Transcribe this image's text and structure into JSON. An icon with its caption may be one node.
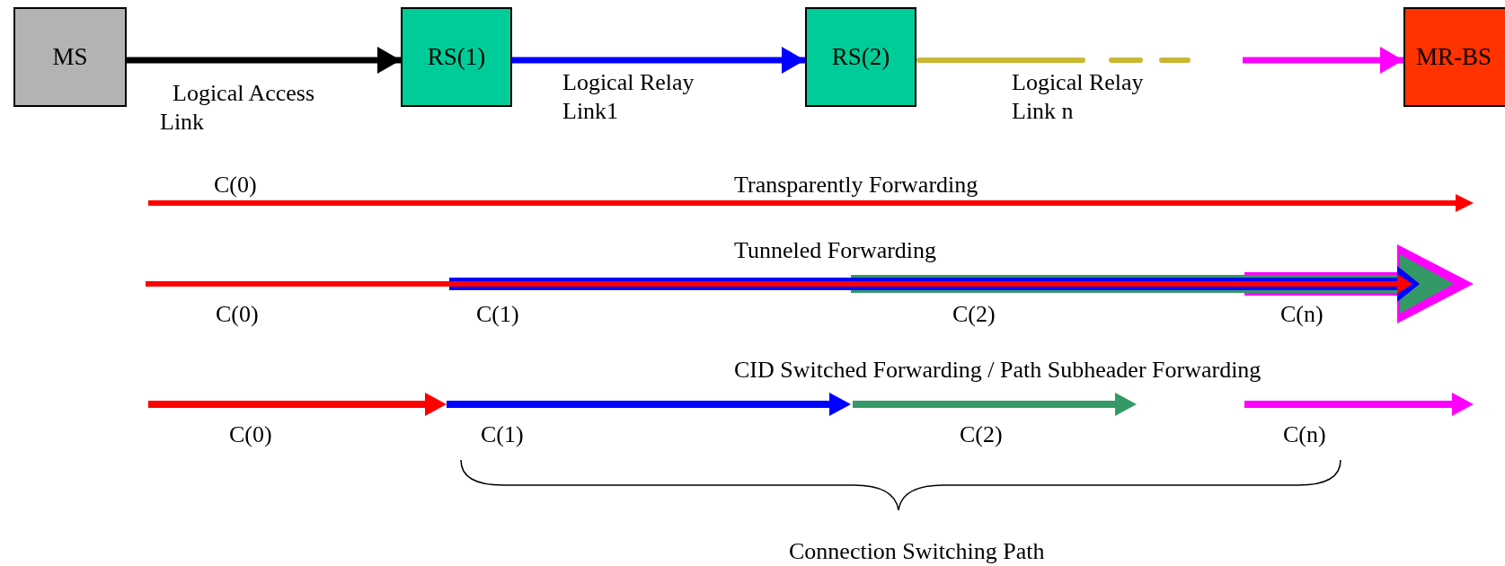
{
  "diagram": {
    "nodes": [
      {
        "text": [
          "MS"
        ]
      },
      {
        "text": [
          "RS(1)"
        ]
      },
      {
        "text": [
          "RS(2)"
        ]
      },
      {
        "text": [
          "MR-BS"
        ]
      }
    ],
    "edges": [
      {
        "from": 0,
        "to": 1,
        "arrow": "to",
        "label": "Logical Access Link",
        "color": "#000000"
      },
      {
        "from": 1,
        "to": 2,
        "arrow": "to",
        "label": "Logical Relay Link1",
        "color": "#0000ff"
      },
      {
        "from": 2,
        "to": null,
        "arrow": "none",
        "label": "Logical Relay Link n",
        "style": "dashed",
        "color": "#c8b832"
      },
      {
        "from": null,
        "to": 3,
        "arrow": "to",
        "color": "#ff00ff"
      }
    ],
    "labels": [
      "C(0)",
      "Transparently Forwarding",
      "Tunneled Forwarding",
      "C(0)",
      "C(1)",
      "C(2)",
      "C(n)",
      "CID Switched Forwarding / Path Subheader Forwarding",
      "C(0)",
      "C(1)",
      "C(2)",
      "C(n)",
      "Connection Switching Path"
    ]
  }
}
